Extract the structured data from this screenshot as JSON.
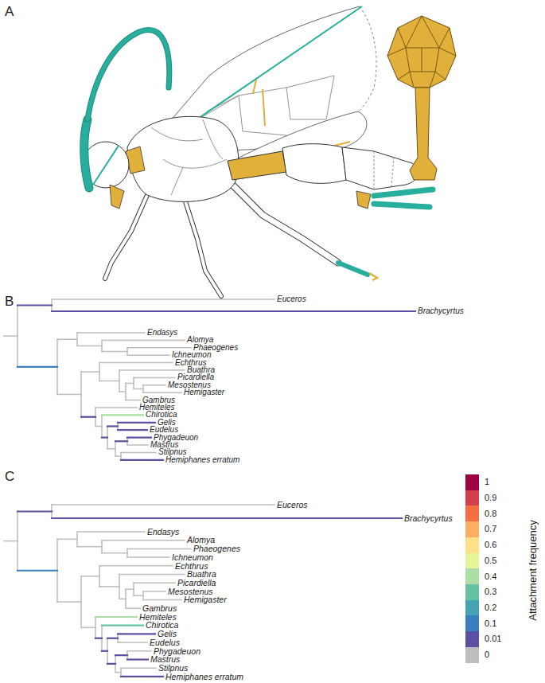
{
  "diagram": {
    "labels": [
      "A",
      "B",
      "Euceros",
      "Brachycyrtus",
      "Endasys",
      "Alomya",
      "Phaeogenes",
      "Ichneumon",
      "Echthrus",
      "Buathra",
      "Picardiella",
      "Mesostenus",
      "Hemigaster",
      "Gambrus",
      "Hemiteles",
      "Chirotica",
      "Gelis",
      "Eudelus",
      "Phygadeuon",
      "Mastrus",
      "Stilpnus",
      "Hemiphanes erratum",
      "C",
      "Euceros",
      "Brachycyrtus",
      "Endasys",
      "Alomya",
      "Phaeogenes",
      "Ichneumon",
      "Echthrus",
      "Buathra",
      "Picardiella",
      "Mesostenus",
      "Hemigaster",
      "Gambrus",
      "Hemiteles",
      "Chirotica",
      "Gelis",
      "Eudelus",
      "Phygadeuon",
      "Mastrus",
      "Stilpnus",
      "Hemiphanes erratum",
      "Attachment frequency"
    ],
    "legend": [
      {
        "text": "1",
        "color": "#9e0142"
      },
      {
        "text": "0.9",
        "color": "#d53e4f"
      },
      {
        "text": "0.8",
        "color": "#f46d43"
      },
      {
        "text": "0.7",
        "color": "#fdae61"
      },
      {
        "text": "0.6",
        "color": "#fee08b"
      },
      {
        "text": "0.5",
        "color": "#e6f598"
      },
      {
        "text": "0.4",
        "color": "#abdda4"
      },
      {
        "text": "0.3",
        "color": "#66c2a5"
      },
      {
        "text": "0.2",
        "color": "#47a2b4"
      },
      {
        "text": "0.1",
        "color": "#3a7fbe"
      },
      {
        "text": "0.01",
        "color": "#5e4fa2"
      },
      {
        "text": "0",
        "color": "#bdbdbd"
      }
    ]
  }
}
